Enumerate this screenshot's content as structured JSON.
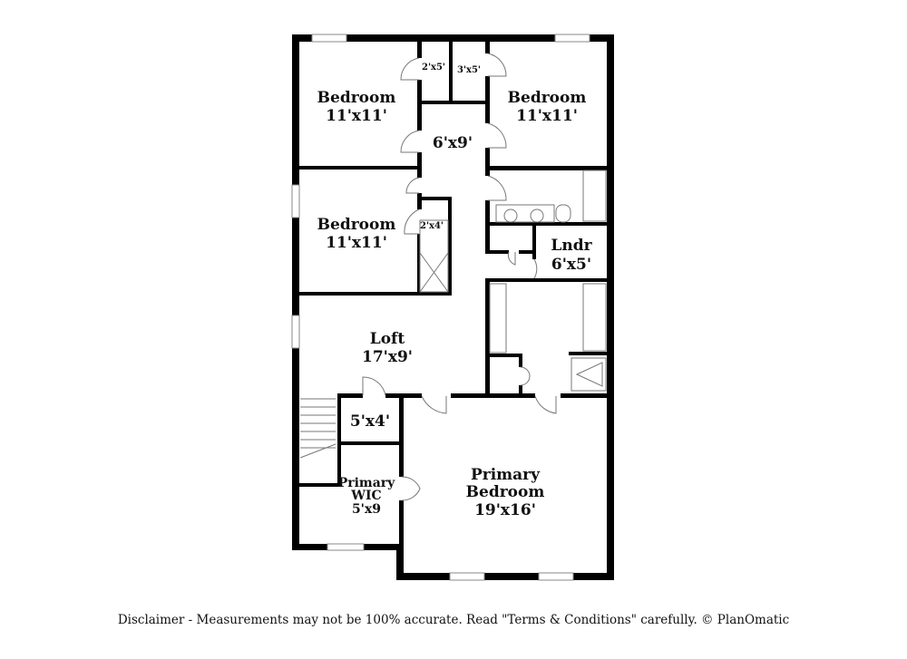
{
  "rooms": {
    "bedroom_nw": {
      "name": "Bedroom",
      "size": "11'x11'"
    },
    "bedroom_ne": {
      "name": "Bedroom",
      "size": "11'x11'"
    },
    "bedroom_w": {
      "name": "Bedroom",
      "size": "11'x11'"
    },
    "closet_a": {
      "size": "2'x5'"
    },
    "closet_b": {
      "size": "3'x5'"
    },
    "hall": {
      "size": "6'x9'"
    },
    "closet_c": {
      "size": "2'x4'"
    },
    "laundry": {
      "name": "Lndr",
      "size": "6'x5'"
    },
    "loft": {
      "name": "Loft",
      "size": "17'x9'"
    },
    "closet_d": {
      "size": "5'x4'"
    },
    "primary_wic": {
      "name1": "Primary",
      "name2": "WIC",
      "size": "5'x9"
    },
    "primary_bedroom": {
      "name1": "Primary",
      "name2": "Bedroom",
      "size": "19'x16'"
    }
  },
  "disclaimer": "Disclaimer - Measurements may not be 100% accurate. Read \"Terms & Conditions\" carefully. © PlanOmatic"
}
